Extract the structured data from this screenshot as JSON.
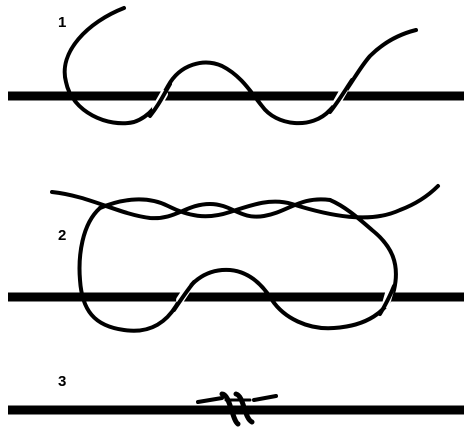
{
  "steps": [
    {
      "label": "1"
    },
    {
      "label": "2"
    },
    {
      "label": "3"
    }
  ],
  "colors": {
    "background": "#ffffff",
    "rope": "#000000"
  }
}
